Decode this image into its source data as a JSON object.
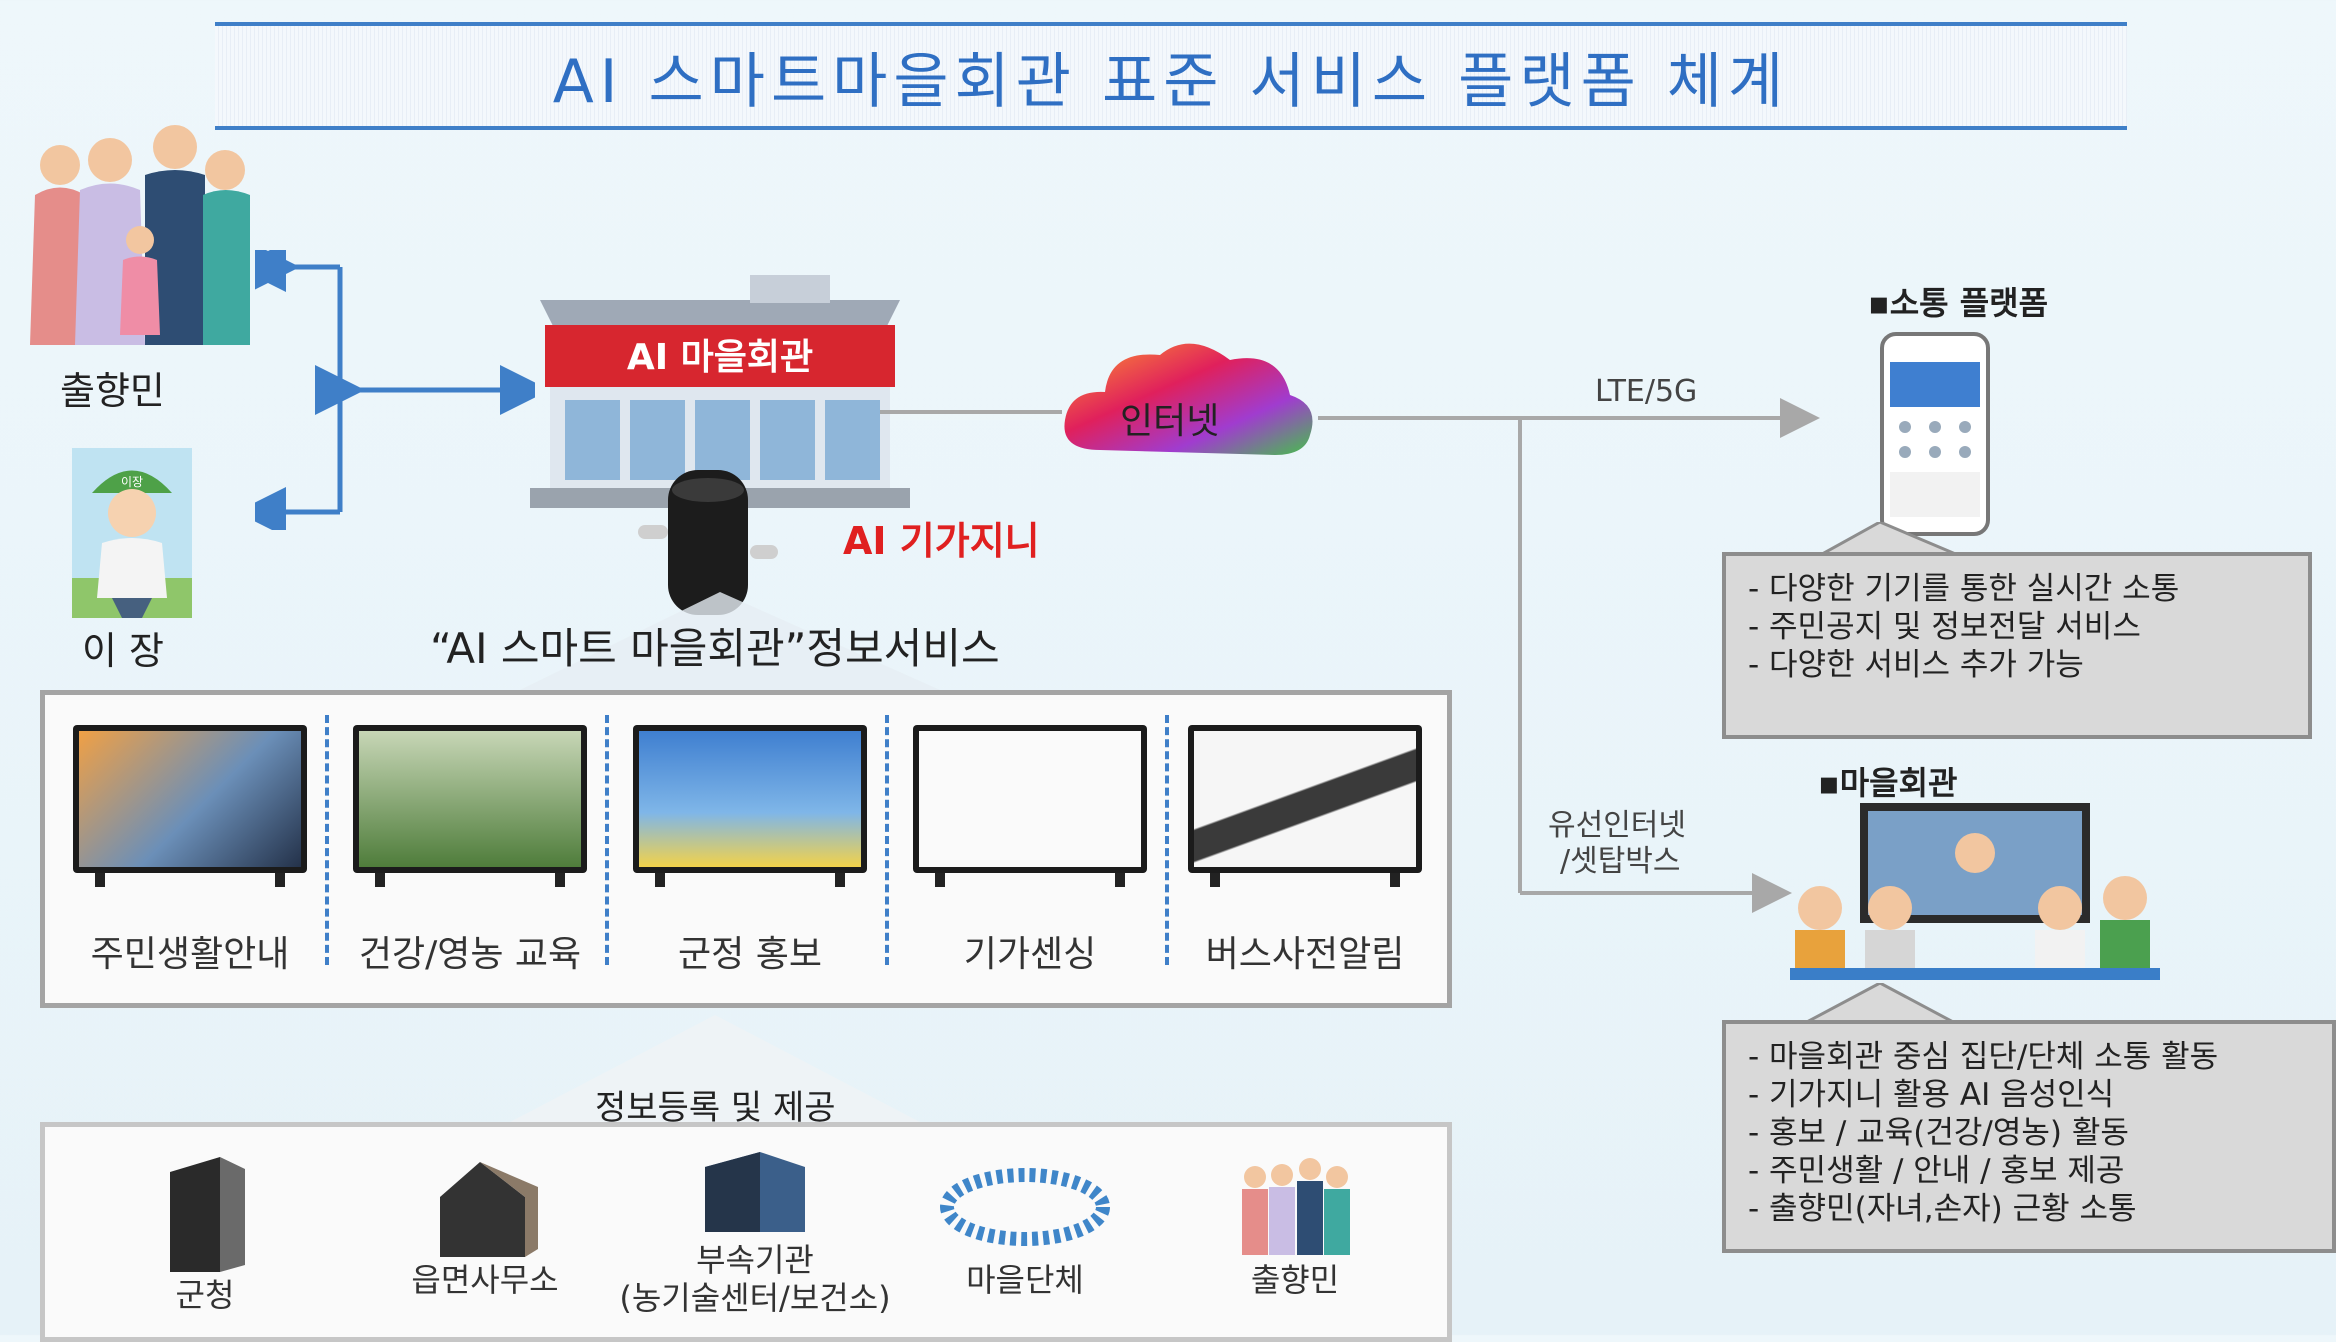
{
  "title": "AI  스마트마을회관 표준 서비스 플랫폼 체계",
  "left_people": {
    "diaspora_label": "출향민",
    "chief_label": "이 장",
    "chief_cap_text": "이장"
  },
  "center": {
    "building_sign": "AI 마을회관",
    "internet_label": "인터넷",
    "speaker_label": "AI 기가지니",
    "service_title": "“AI 스마트 마을회관”정보서비스"
  },
  "screens": [
    {
      "label": "주민생활안내"
    },
    {
      "label": "건강/영농 교육"
    },
    {
      "label": "군정 홍보"
    },
    {
      "label": "기가센싱"
    },
    {
      "label": "버스사전알림"
    }
  ],
  "sources_title": "정보등록 및 제공",
  "sources": [
    {
      "label": "군청"
    },
    {
      "label": "읍면사무소"
    },
    {
      "label": "부속기관\n(농기술센터/보건소)"
    },
    {
      "label": "마을단체"
    },
    {
      "label": "출향민"
    }
  ],
  "connections": {
    "lte_label": "LTE/5G",
    "wired_label_line1": "유선인터넷",
    "wired_label_line2": "/셋탑박스"
  },
  "comm_platform": {
    "heading": "▪소통 플랫폼",
    "items": [
      "-   다양한 기기를 통한   실시간 소통",
      "-   주민공지 및 정보전달 서비스",
      "-   다양한 서비스 추가 가능"
    ]
  },
  "village_hall": {
    "heading": "▪마을회관",
    "items": [
      "-   마을회관 중심 집단/단체 소통 활동",
      "-   기가지니 활용 AI 음성인식",
      "-   홍보 / 교육(건강/영농) 활동",
      "-   주민생활 / 안내 / 홍보 제공",
      "-   출향민(자녀,손자) 근황 소통"
    ]
  },
  "colors": {
    "title_blue": "#2f6fc3",
    "arrow_blue": "#3f7fc8",
    "sign_red": "#d7262f",
    "speaker_label_red": "#e02020",
    "line_gray": "#a8a8a8",
    "box_gray": "#d9d9d9"
  }
}
